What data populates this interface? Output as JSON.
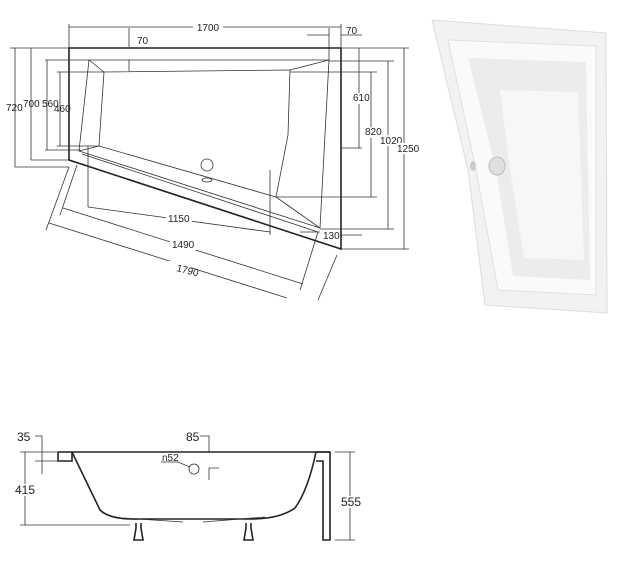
{
  "top_view": {
    "dims": {
      "width_total": "1700",
      "rim_right": "70",
      "rim_top": "70",
      "h_720": "720",
      "h_700": "700",
      "h_560": "560",
      "h_460": "460",
      "h_610": "610",
      "h_820": "820",
      "h_1020": "1020",
      "h_1250": "1250",
      "corner_130": "130",
      "slant_1150": "1150",
      "slant_1490": "1490",
      "slant_1790": "1790"
    }
  },
  "side_view": {
    "dims": {
      "rim_35": "35",
      "offset_85": "85",
      "overflow": "n52",
      "depth_415": "415",
      "height_555": "555"
    }
  },
  "colors": {
    "line": "#222222",
    "background": "#ffffff",
    "photo_shade": "#e6e6e6"
  }
}
